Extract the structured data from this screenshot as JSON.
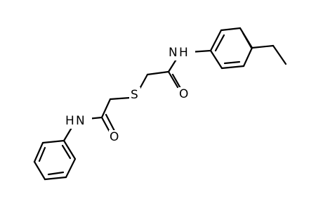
{
  "molecule": {
    "atoms": {
      "nh_aryl": "N",
      "h_aryl": "H",
      "o_upper": "O",
      "s_thio": "S",
      "h_phenyl": "H",
      "nh_phenyl": "N",
      "o_lower": "O"
    }
  },
  "colors": {
    "bond": "#000000",
    "label": "#000000",
    "background": "#ffffff"
  }
}
